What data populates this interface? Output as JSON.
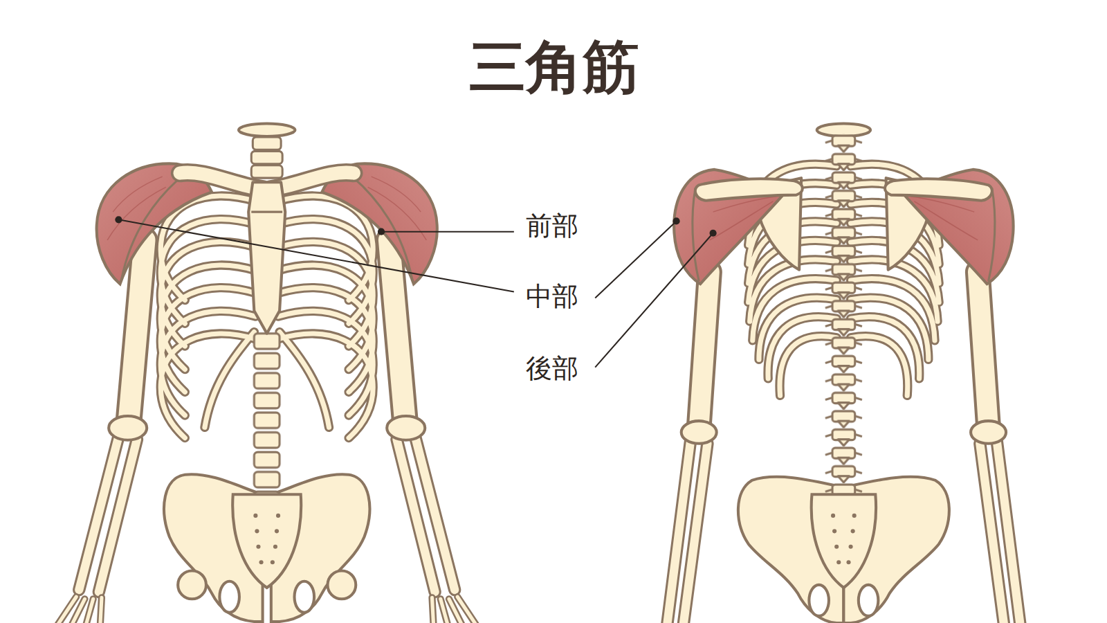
{
  "diagram": {
    "title": "三角筋",
    "labels": [
      "前部",
      "中部",
      "後部"
    ]
  }
}
